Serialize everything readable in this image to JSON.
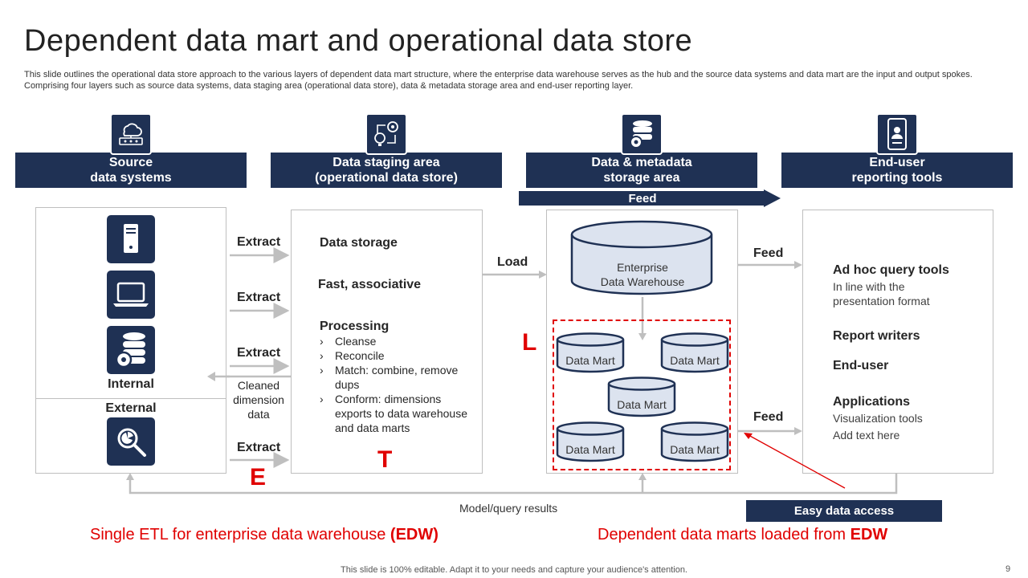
{
  "title": "Dependent data mart and operational data store",
  "description": "This slide outlines the operational data store approach to the various layers of dependent data mart structure, where the enterprise data warehouse serves as the hub and the source data systems and data mart are the input and output spokes. Comprising four layers such as source data systems, data staging area (operational data store), data & metadata storage area and end-user reporting layer.",
  "headers": [
    {
      "line1": "Source",
      "line2": "data systems",
      "icon": "cloud-network-icon"
    },
    {
      "line1": "Data staging area",
      "line2": "(operational data store)",
      "icon": "gear-cycle-icon"
    },
    {
      "line1": "Data & metadata",
      "line2": "storage area",
      "icon": "database-gear-icon"
    },
    {
      "line1": "End-user",
      "line2": "reporting tools",
      "icon": "mobile-user-icon"
    }
  ],
  "feed_banner": "Feed",
  "source": {
    "internal": "Internal",
    "external": "External"
  },
  "extract_labels": [
    "Extract",
    "Extract",
    "Extract",
    "Extract"
  ],
  "cleaned_label": [
    "Cleaned",
    "dimension",
    "data"
  ],
  "staging": {
    "data_storage": "Data storage",
    "fast": "Fast, associative",
    "processing": "Processing",
    "items": [
      "Cleanse",
      "Reconcile",
      "Match: combine, remove dups",
      "Conform: dimensions exports to data warehouse and data marts"
    ]
  },
  "load_label": "Load",
  "warehouse": {
    "line1": "Enterprise",
    "line2": "Data Warehouse"
  },
  "data_mart_label": "Data Mart",
  "feed_labels": [
    "Feed",
    "Feed"
  ],
  "reporting": {
    "adhoc": "Ad hoc query tools",
    "adhoc_sub1": "In line with the",
    "adhoc_sub2": "presentation format",
    "report_writers": "Report writers",
    "end_user": "End-user",
    "applications": "Applications",
    "app_sub1": "Visualization tools",
    "app_sub2": "Add text here"
  },
  "etl_letters": {
    "e": "E",
    "t": "T",
    "l": "L"
  },
  "model_query": "Model/query results",
  "easy_access": "Easy data access",
  "footer_left": {
    "text": "Single ETL for enterprise data warehouse ",
    "bold": "(EDW)"
  },
  "footer_right": {
    "text": "Dependent data marts loaded from ",
    "bold": "EDW"
  },
  "bottom_note": "This slide is 100% editable. Adapt it to your needs and capture your audience's attention.",
  "page_number": "9",
  "colors": {
    "navy": "#1f3154",
    "red": "#e00000",
    "gray_line": "#bfbfbf",
    "cylinder_fill": "#dce3ef"
  }
}
